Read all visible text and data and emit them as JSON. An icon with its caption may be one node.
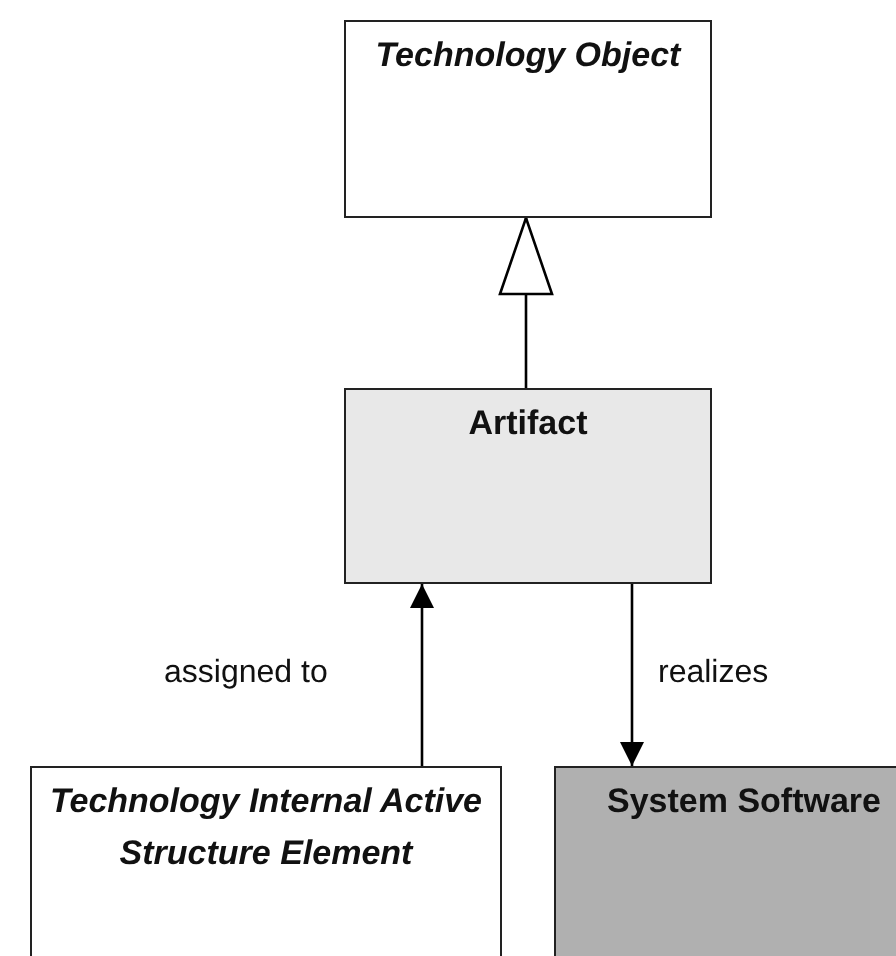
{
  "diagram": {
    "nodes": [
      {
        "text": [
          "Technology Object"
        ]
      },
      {
        "text": [
          "Artifact"
        ]
      },
      {
        "text": [
          "Technology Internal Active Structure Element"
        ]
      },
      {
        "text": [
          "System Software"
        ]
      }
    ],
    "edges": [
      {
        "from": 1,
        "to": 0,
        "arrow": "to"
      },
      {
        "from": 2,
        "to": 1,
        "arrow": "to",
        "label": "assigned to"
      },
      {
        "from": 1,
        "to": 3,
        "arrow": "to",
        "label": "realizes"
      }
    ]
  }
}
